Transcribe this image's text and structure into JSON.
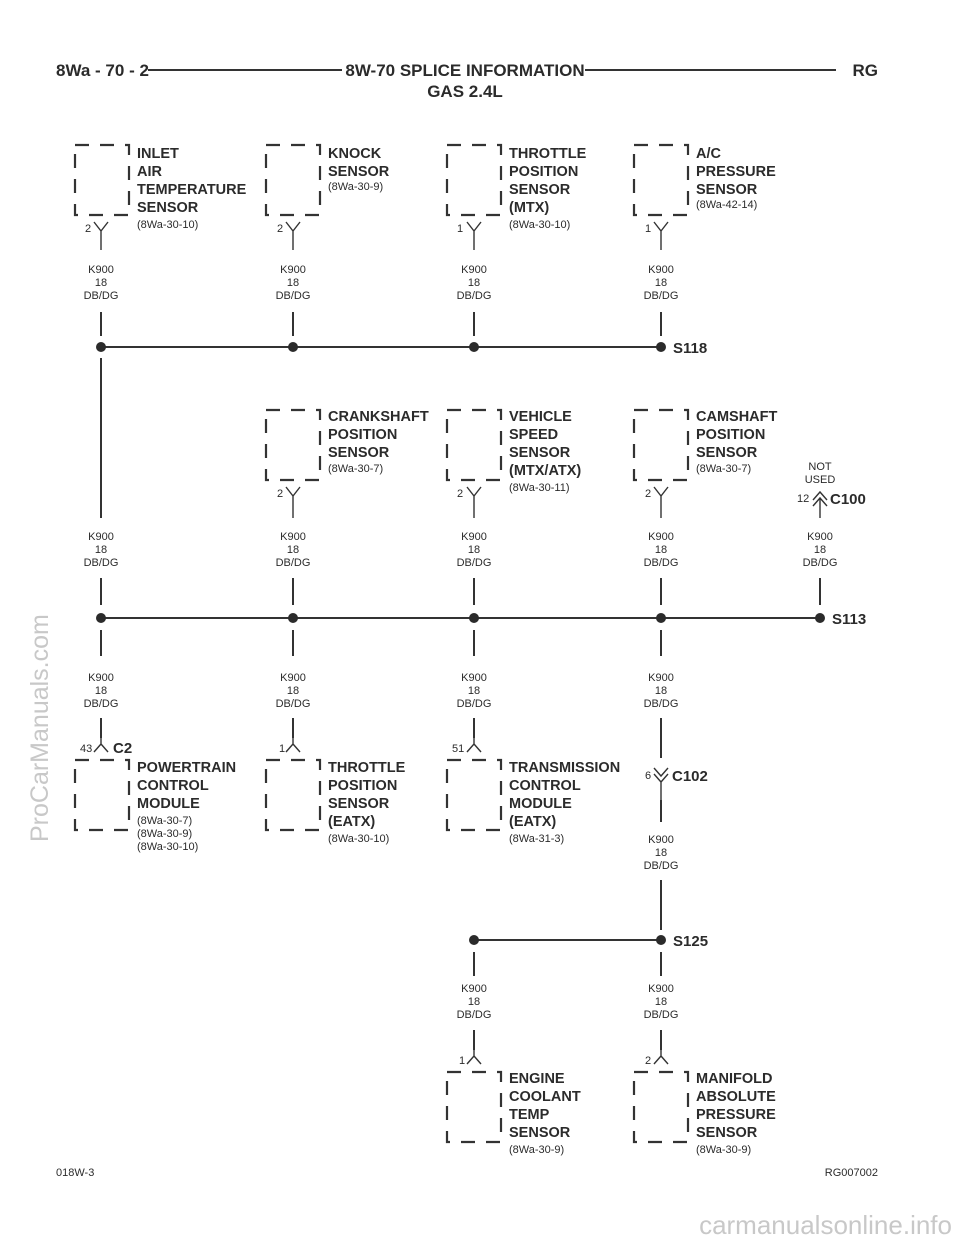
{
  "header": {
    "page_ref": "8Wa - 70 - 2",
    "title": "8W-70 SPLICE INFORMATION",
    "subtitle": "GAS 2.4L",
    "code": "RG"
  },
  "footer": {
    "left": "018W-3",
    "right": "RG007002"
  },
  "watermark": {
    "side": "ProCarManuals.com",
    "bottom": "carmanualsonline.info"
  },
  "wire": {
    "circuit": "K900",
    "gauge": "18",
    "color": "DB/DG"
  },
  "components": [
    {
      "id": "iat",
      "lines": [
        "INLET",
        "AIR",
        "TEMPERATURE",
        "SENSOR"
      ],
      "ref": "(8Wa-30-10)",
      "pin": "2"
    },
    {
      "id": "knock",
      "lines": [
        "KNOCK",
        "SENSOR"
      ],
      "ref": "(8Wa-30-9)",
      "pin": "2"
    },
    {
      "id": "tps-mtx",
      "lines": [
        "THROTTLE",
        "POSITION",
        "SENSOR",
        "(MTX)"
      ],
      "ref": "(8Wa-30-10)",
      "pin": "1"
    },
    {
      "id": "ac-pressure",
      "lines": [
        "A/C",
        "PRESSURE",
        "SENSOR"
      ],
      "ref": "(8Wa-42-14)",
      "pin": "1"
    },
    {
      "id": "ckp",
      "lines": [
        "CRANKSHAFT",
        "POSITION",
        "SENSOR"
      ],
      "ref": "(8Wa-30-7)",
      "pin": "2"
    },
    {
      "id": "vss",
      "lines": [
        "VEHICLE",
        "SPEED",
        "SENSOR",
        "(MTX/ATX)"
      ],
      "ref": "(8Wa-30-11)",
      "pin": "2"
    },
    {
      "id": "cmp",
      "lines": [
        "CAMSHAFT",
        "POSITION",
        "SENSOR"
      ],
      "ref": "(8Wa-30-7)",
      "pin": "2"
    },
    {
      "id": "pcm",
      "lines": [
        "POWERTRAIN",
        "CONTROL",
        "MODULE"
      ],
      "ref_lines": [
        "(8Wa-30-7)",
        "(8Wa-30-9)",
        "(8Wa-30-10)"
      ],
      "pin": "43",
      "connector": "C2"
    },
    {
      "id": "tps-eatx",
      "lines": [
        "THROTTLE",
        "POSITION",
        "SENSOR",
        "(EATX)"
      ],
      "ref": "(8Wa-30-10)",
      "pin": "1"
    },
    {
      "id": "tcm",
      "lines": [
        "TRANSMISSION",
        "CONTROL",
        "MODULE",
        "(EATX)"
      ],
      "ref": "(8Wa-31-3)",
      "pin": "51"
    },
    {
      "id": "ect",
      "lines": [
        "ENGINE",
        "COOLANT",
        "TEMP",
        "SENSOR"
      ],
      "ref": "(8Wa-30-9)",
      "pin": "1"
    },
    {
      "id": "map",
      "lines": [
        "MANIFOLD",
        "ABSOLUTE",
        "PRESSURE",
        "SENSOR"
      ],
      "ref": "(8Wa-30-9)",
      "pin": "2"
    }
  ],
  "splices": [
    "S118",
    "S113",
    "S125"
  ],
  "connectors": {
    "c100": {
      "name": "C100",
      "pin": "12",
      "note_lines": [
        "NOT",
        "USED"
      ]
    },
    "c102": {
      "name": "C102",
      "pin": "6"
    }
  }
}
